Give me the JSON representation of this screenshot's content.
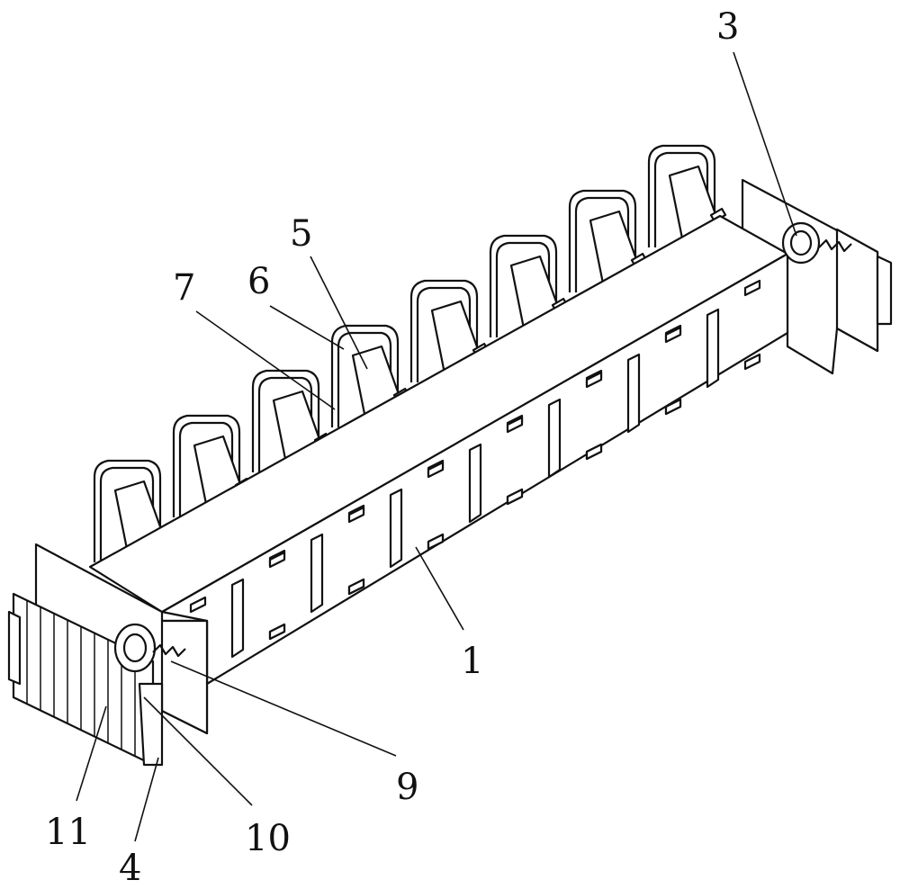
{
  "figure": {
    "labels": {
      "l1": "1",
      "l3": "3",
      "l4": "4",
      "l5": "5",
      "l6": "6",
      "l7": "7",
      "l9": "9",
      "l10": "10",
      "l11": "11"
    }
  }
}
